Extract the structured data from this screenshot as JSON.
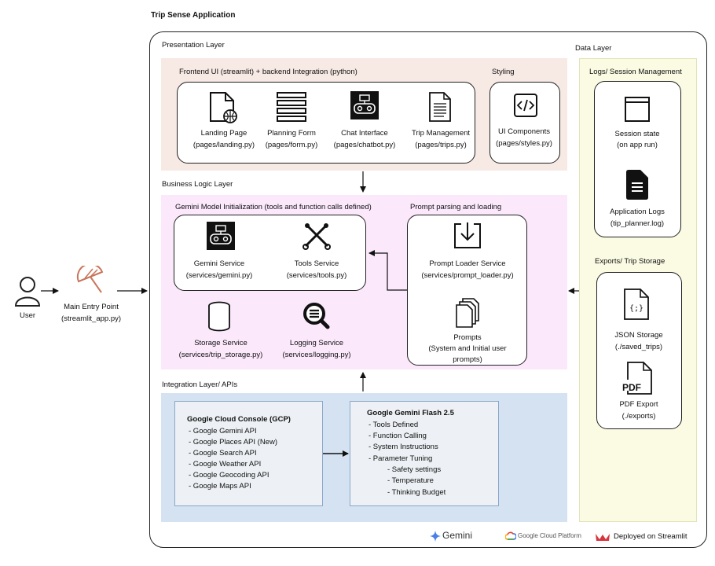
{
  "title": "Trip Sense Application",
  "user": {
    "label": "User"
  },
  "entry": {
    "name": "Main Entry Point",
    "file": "(streamlit_app.py)"
  },
  "presentation": {
    "layer_label": "Presentation Layer",
    "frontend_label": "Frontend UI (streamlit) + backend Integration (python)",
    "styling_label": "Styling",
    "pages": [
      {
        "name": "Landing Page",
        "file": "(pages/landing.py)",
        "icon": "web-page-icon"
      },
      {
        "name": "Planning Form",
        "file": "(pages/form.py)",
        "icon": "form-icon"
      },
      {
        "name": "Chat Interface",
        "file": "(pages/chatbot.py)",
        "icon": "chatbot-icon"
      },
      {
        "name": "Trip Management",
        "file": "(pages/trips.py)",
        "icon": "document-icon"
      }
    ],
    "ui_components": {
      "name": "UI Components",
      "file": "(pages/styles.py)",
      "icon": "code-icon"
    }
  },
  "business": {
    "layer_label": "Business Logic Layer",
    "gemini_group_label": "Gemini Model Initialization (tools and function calls defined)",
    "prompt_group_label": "Prompt parsing and loading",
    "gemini_service": {
      "name": "Gemini Service",
      "file": "(services/gemini.py)"
    },
    "tools_service": {
      "name": "Tools Service",
      "file": "(services/tools.py)"
    },
    "storage_service": {
      "name": "Storage Service",
      "file": "(services/trip_storage.py)"
    },
    "logging_service": {
      "name": "Logging Service",
      "file": "(services/logging.py)"
    },
    "prompt_loader": {
      "name": "Prompt Loader Service",
      "file": "(services/prompt_loader.py)"
    },
    "prompts": {
      "name": "Prompts",
      "line2": "(System and Initial user",
      "line3": "prompts)"
    }
  },
  "integration": {
    "layer_label": "Integration Layer/ APIs",
    "gcp": {
      "title": "Google Cloud Console (GCP)",
      "items": [
        "- Google Gemini API",
        "- Google Places API (New)",
        "- Google Search API",
        "- Google Weather API",
        "- Google Geocoding API",
        "- Google Maps API"
      ]
    },
    "gemini_flash": {
      "title": "Google Gemini Flash 2.5",
      "items": [
        "- Tools Defined",
        "- Function Calling",
        "- System Instructions",
        "- Parameter Tuning"
      ],
      "subitems": [
        "- Safety settings",
        "- Temperature",
        "- Thinking Budget"
      ]
    }
  },
  "data": {
    "layer_label": "Data Layer",
    "logs_group_label": "Logs/ Session Management",
    "session_state": {
      "name": "Session state",
      "detail": "(on app run)"
    },
    "app_logs": {
      "name": "Application Logs",
      "detail": "(tip_planner.log)"
    },
    "exports_group_label": "Exports/ Trip Storage",
    "json_storage": {
      "name": "JSON Storage",
      "detail": "(./saved_trips)"
    },
    "pdf_export": {
      "name": "PDF Export",
      "detail": "(./exports)",
      "icon_text": "PDF"
    }
  },
  "footer": {
    "gemini_logo": "Gemini",
    "gcp_logo": "Google Cloud Platform",
    "streamlit": "Deployed on Streamlit"
  },
  "colors": {
    "presentation": "#f7e9e4",
    "business": "#fbe8fb",
    "integration": "#d5e2f2",
    "data": "#fbfbe4",
    "user_icon": "#222222",
    "umbrella": "#c8755a"
  }
}
